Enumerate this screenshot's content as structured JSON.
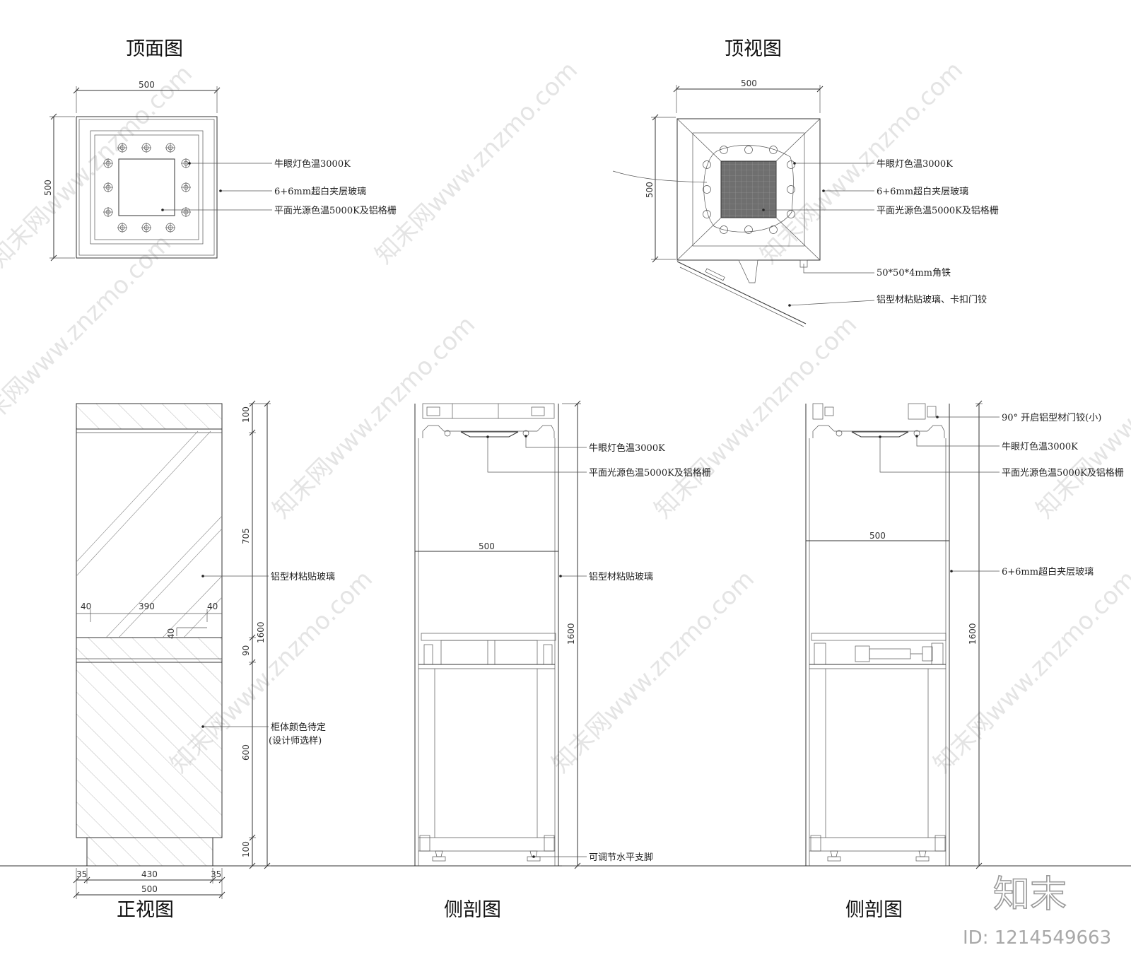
{
  "titles": {
    "top_plan": "顶面图",
    "top_view": "顶视图",
    "front_view": "正视图",
    "section_1": "侧剖图",
    "section_2": "侧剖图"
  },
  "labels": {
    "spotlight": "牛眼灯色温3000K",
    "glass": "6+6mm超白夹层玻璃",
    "flat_light": "平面光源色温5000K及铝格栅",
    "angle_iron": "50*50*4mm角铁",
    "alu_hinge": "铝型材粘贴玻璃、卡扣门铰",
    "alu_glass": "铝型材粘贴玻璃",
    "cabinet_color": "柜体颜色待定",
    "designer_pick": "(设计师选样)",
    "leveling_foot": "可调节水平支脚",
    "door_hinge": "90° 开启铝型材门铰(小)"
  },
  "dimensions": {
    "d500": "500",
    "d100": "100",
    "d705": "705",
    "d1600": "1600",
    "d90": "90",
    "d600": "600",
    "d40": "40",
    "d390": "390",
    "d430": "430",
    "d35": "35"
  },
  "watermark": {
    "text": "知末网www.znzmo.com",
    "brand": "知末",
    "id": "ID: 1214549663"
  }
}
